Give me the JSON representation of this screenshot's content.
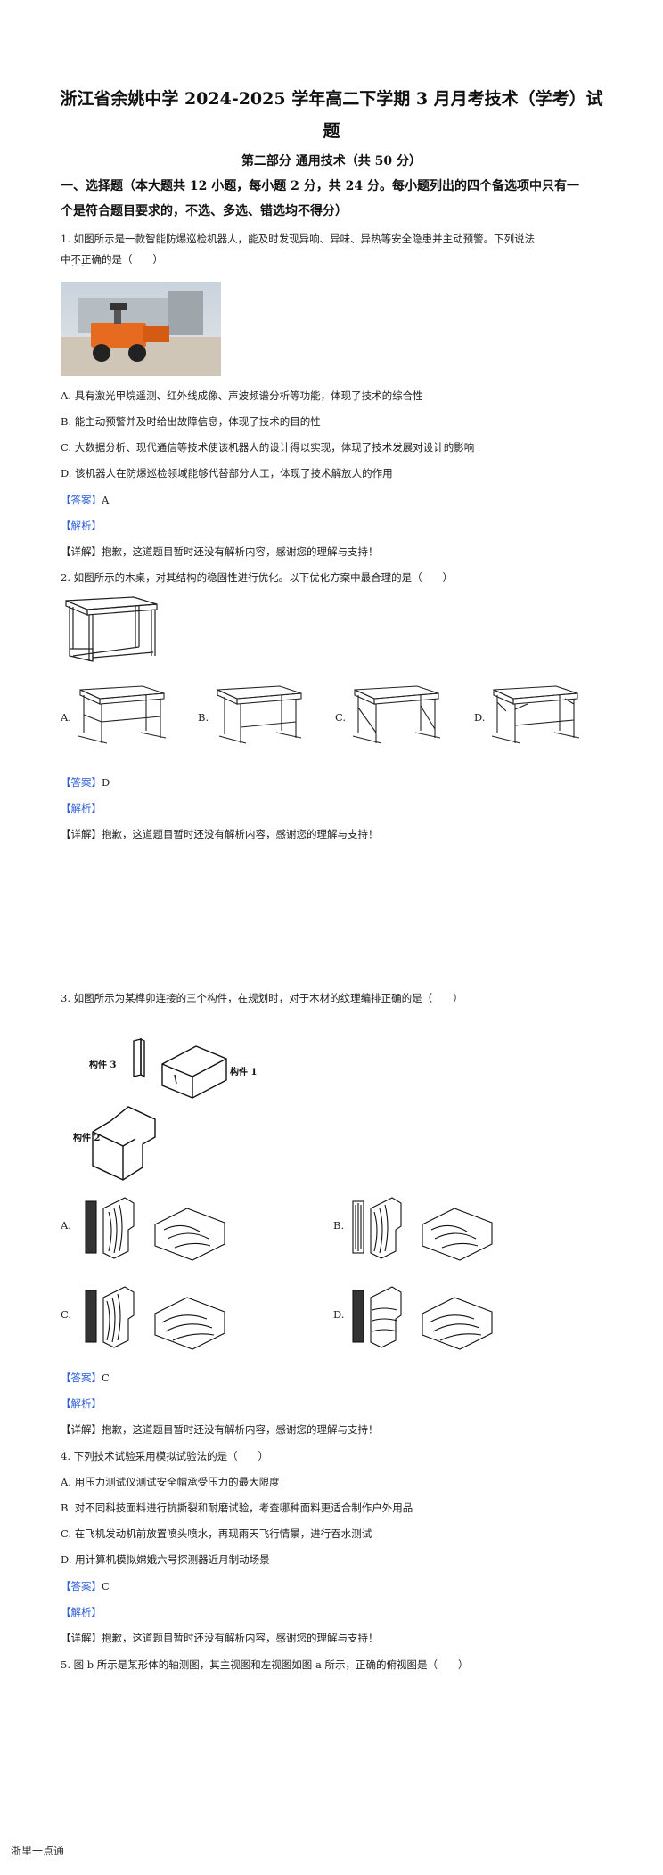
{
  "doc": {
    "title_line1": "浙江省余姚中学 2024-2025 学年高二下学期 3 月月考技术（学考）试",
    "title_line2": "题",
    "part": "第二部分 通用技术（共 50 分）",
    "section_line1": "一、选择题（本大题共 12 小题，每小题 2 分，共 24 分。每小题列出的四个备选项中只有一",
    "section_line2": "个是符合题目要求的，不选、多选、错选均不得分）"
  },
  "q1": {
    "stem_line1": "1. 如图所示是一款智能防爆巡检机器人，能及时发现异响、异味、异热等安全隐患并主动预警。下列说法",
    "stem_line2": "中不正确的是（　　）",
    "options": [
      "A. 具有激光甲烷遥测、红外线成像、声波频谱分析等功能，体现了技术的综合性",
      "B. 能主动预警并及时给出故障信息，体现了技术的目的性",
      "C. 大数据分析、现代通信等技术使该机器人的设计得以实现，体现了技术发展对设计的影响",
      "D. 该机器人在防爆巡检领域能够代替部分人工，体现了技术解放人的作用"
    ],
    "answer_label": "【答案】",
    "answer": "A",
    "analysis_label": "【解析】",
    "detail": "【详解】抱歉，这道题目暂时还没有解析内容，感谢您的理解与支持！"
  },
  "q2": {
    "stem": "2. 如图所示的木桌，对其结构的稳固性进行优化。以下优化方案中最合理的是（　　）",
    "option_labels": [
      "A.",
      "B.",
      "C.",
      "D."
    ],
    "answer_label": "【答案】",
    "answer": "D",
    "analysis_label": "【解析】",
    "detail": "【详解】抱歉，这道题目暂时还没有解析内容，感谢您的理解与支持！"
  },
  "q3": {
    "stem": "3. 如图所示为某榫卯连接的三个构件，在规划时，对于木材的纹理编排正确的是（　　）",
    "part_labels": [
      "构件 3",
      "构件 1",
      "构件 2"
    ],
    "option_labels": [
      "A.",
      "B.",
      "C.",
      "D."
    ],
    "answer_label": "【答案】",
    "answer": "C",
    "analysis_label": "【解析】",
    "detail": "【详解】抱歉，这道题目暂时还没有解析内容，感谢您的理解与支持！"
  },
  "q4": {
    "stem": "4. 下列技术试验采用模拟试验法的是（　　）",
    "options": [
      "A. 用压力测试仪测试安全帽承受压力的最大限度",
      "B. 对不同科技面料进行抗撕裂和耐磨试验，考查哪种面料更适合制作户外用品",
      "C. 在飞机发动机前放置喷头喷水，再现雨天飞行情景，进行吞水测试",
      "D. 用计算机模拟嫦娥六号探测器近月制动场景"
    ],
    "answer_label": "【答案】",
    "answer": "C",
    "analysis_label": "【解析】",
    "detail": "【详解】抱歉，这道题目暂时还没有解析内容，感谢您的理解与支持！"
  },
  "q5": {
    "stem": "5. 图 b 所示是某形体的轴测图，其主视图和左视图如图 a 所示，正确的俯视图是（　　）"
  },
  "footer": {
    "text": "浙里一点通"
  }
}
